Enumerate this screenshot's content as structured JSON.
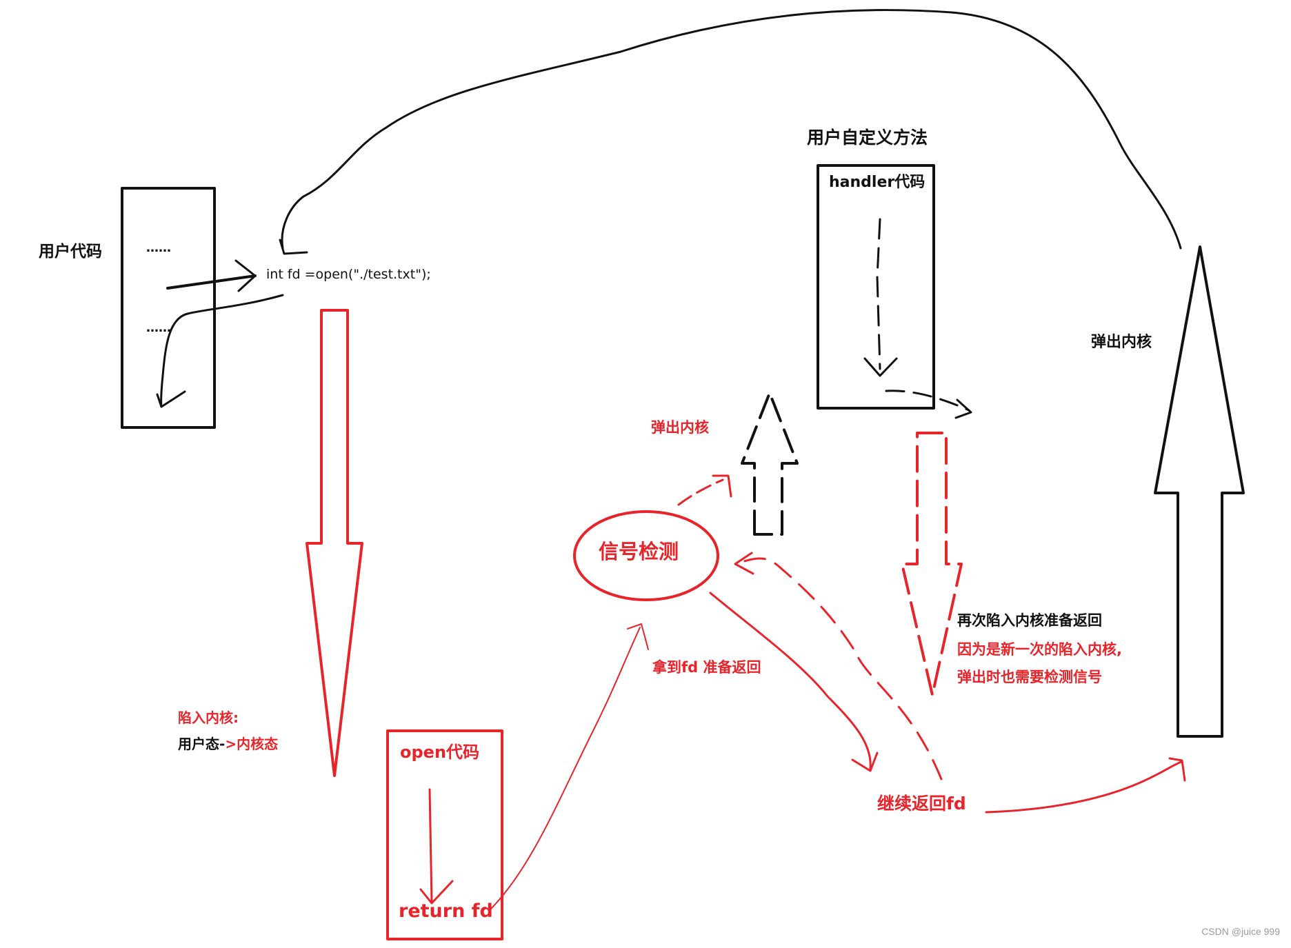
{
  "colors": {
    "black": "#111111",
    "red": "#e8242b",
    "watermark": "#9a9a9a"
  },
  "labels": {
    "user_code": "用户代码",
    "dots_top": "……",
    "dots_bottom": "……",
    "open_call": "int fd =open(\"./test.txt\");",
    "trap_kernel": "陷入内核:",
    "user_state": "用户态-",
    "to_kernel_state": ">内核态",
    "open_code": "open代码",
    "return_fd": "return fd",
    "signal_check": "信号检测",
    "pop_kernel_small": "弹出内核",
    "got_fd": "拿到fd 准备返回",
    "custom_method_title": "用户自定义方法",
    "handler_code": "handler代码",
    "retrap_title": "再次陷入内核准备返回",
    "retrap_note_1": "因为是新一次的陷入内核,",
    "retrap_note_2": "弹出时也需要检测信号",
    "continue_return": "继续返回fd",
    "pop_kernel_big": "弹出内核",
    "watermark": "CSDN @juice 999"
  }
}
